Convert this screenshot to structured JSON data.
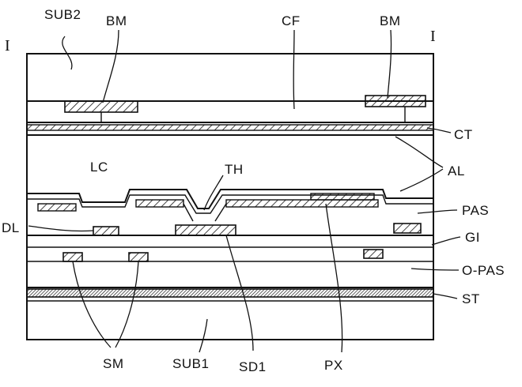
{
  "figure": {
    "section_marks": {
      "left": "I",
      "right": "I"
    },
    "labels": {
      "sub2": "SUB2",
      "bm_left": "BM",
      "cf": "CF",
      "bm_right": "BM",
      "ct": "CT",
      "lc": "LC",
      "th": "TH",
      "al": "AL",
      "pas": "PAS",
      "dl": "DL",
      "gi": "GI",
      "opas": "O-PAS",
      "st": "ST",
      "sm": "SM",
      "sub1": "SUB1",
      "sd1": "SD1",
      "px": "PX"
    }
  }
}
